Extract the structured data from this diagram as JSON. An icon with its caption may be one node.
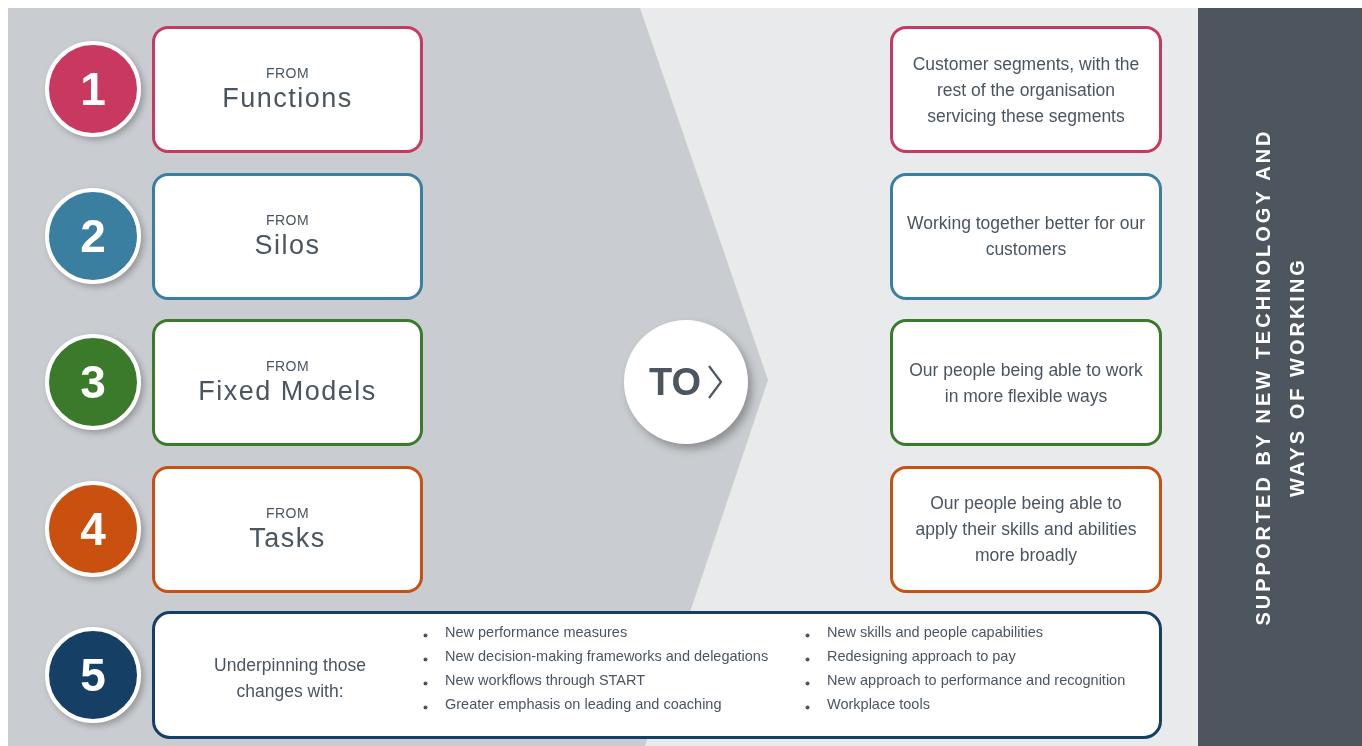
{
  "diagram": {
    "nodes": [
      {
        "text": [
          "1"
        ]
      },
      {
        "text": [
          "FROM",
          "Functions"
        ]
      },
      {
        "text": [
          "Customer segments, with the rest of the organisation servicing these segments"
        ]
      },
      {
        "text": [
          "2"
        ]
      },
      {
        "text": [
          "FROM",
          "Silos"
        ]
      },
      {
        "text": [
          "Working together better for our customers"
        ]
      },
      {
        "text": [
          "3"
        ]
      },
      {
        "text": [
          "FROM",
          "Fixed Models"
        ]
      },
      {
        "text": [
          "Our people being able to work in more flexible ways"
        ]
      },
      {
        "text": [
          "4"
        ]
      },
      {
        "text": [
          "FROM",
          "Tasks"
        ]
      },
      {
        "text": [
          "Our people being able to apply their skills and abilities more broadly"
        ]
      },
      {
        "text": [
          "TO"
        ]
      },
      {
        "text": [
          "5"
        ]
      },
      {
        "text": [
          "Underpinning those changes with:",
          "New performance measures",
          "New decision-making frameworks and delegations",
          "New workflows through START",
          "Greater emphasis on leading and coaching",
          "New skills and people capabilities",
          "Redesigning approach to pay",
          "New approach to performance and recognition",
          "Workplace tools"
        ]
      },
      {
        "text": [
          "SUPPORTED BY NEW TECHNOLOGY AND WAYS OF WORKING"
        ]
      }
    ]
  }
}
